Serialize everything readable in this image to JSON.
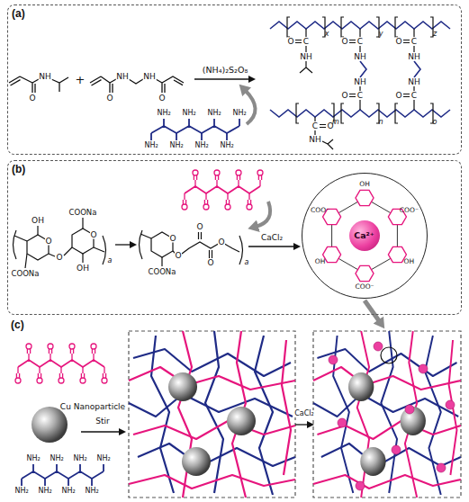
{
  "diagram": {
    "nodes": [
      {
        "text": [
          "(a)"
        ]
      },
      {
        "text": [
          "(b)"
        ]
      },
      {
        "text": [
          "Ca²⁺"
        ],
        "in": 1
      },
      {
        "text": [
          "(c)"
        ]
      }
    ],
    "labels": [
      "O",
      "NH",
      "+",
      "O",
      "NH",
      "NH",
      "O",
      "(NH₄)₂S₂O₈",
      "NH₂",
      "NH₂",
      "NH₂",
      "NH₂",
      "NH₂",
      "NH₂",
      "NH₂",
      "NH₂",
      "O",
      "C",
      "NH",
      "O",
      "C",
      "NH",
      "O",
      "C",
      "NH",
      "C",
      "O",
      "NH",
      "NH",
      "C",
      "O",
      "NH",
      "C",
      "O",
      "x",
      "y",
      "z",
      "m",
      "n",
      "o",
      "OH",
      "O",
      "COONa",
      "O",
      "O",
      "OH",
      "COONa",
      "a",
      "O",
      "COONa",
      "O",
      "O",
      "O",
      "O",
      "a",
      "CaCl₂",
      "OH",
      "COO⁻",
      "OH",
      "COO⁻",
      "OH",
      "COO⁻",
      "Cu Nanoparticle",
      "Stir",
      "CaCl₂",
      "NH₂",
      "NH₂",
      "NH₂",
      "NH₂",
      "NH₂",
      "NH₂",
      "NH₂",
      "NH₂"
    ]
  }
}
